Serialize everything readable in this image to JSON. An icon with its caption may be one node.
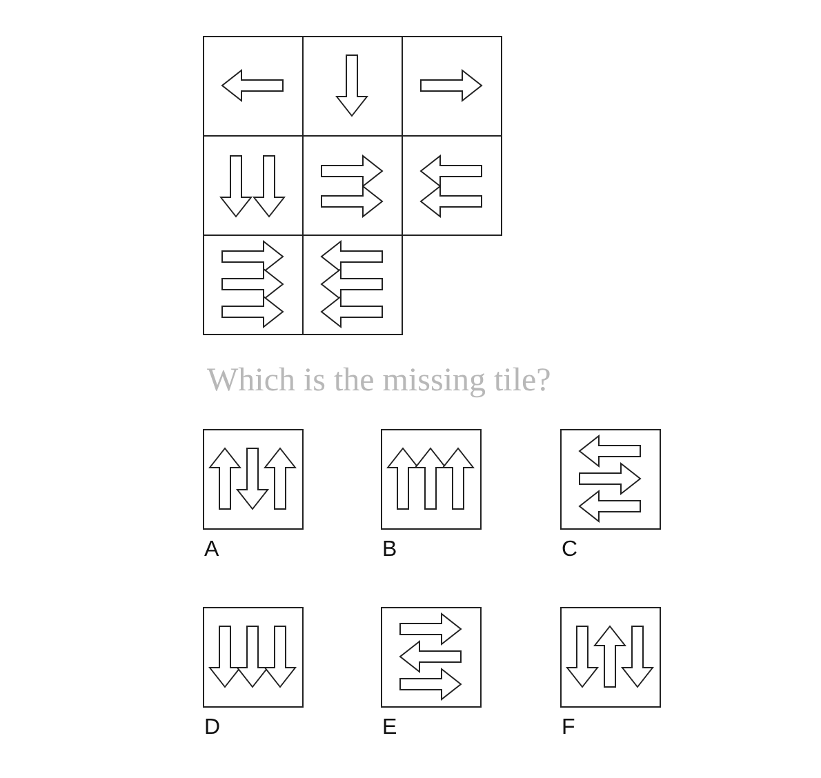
{
  "diagram": {
    "title": "Which is the missing tile?",
    "nodes": [
      {
        "text": [],
        "shape": "box"
      },
      {
        "text": [],
        "shape": "box"
      },
      {
        "text": [],
        "shape": "box"
      },
      {
        "text": [],
        "shape": "box"
      },
      {
        "text": [],
        "shape": "box"
      },
      {
        "text": [],
        "shape": "box"
      },
      {
        "text": [],
        "shape": "box"
      },
      {
        "text": [],
        "shape": "box"
      },
      {
        "text": [],
        "shape": "box",
        "beside": [
          "A"
        ]
      },
      {
        "text": [],
        "shape": "box",
        "beside": [
          "B"
        ]
      },
      {
        "text": [],
        "shape": "box",
        "beside": [
          "C"
        ]
      },
      {
        "text": [],
        "shape": "box",
        "beside": [
          "D"
        ]
      },
      {
        "text": [],
        "shape": "box",
        "beside": [
          "E"
        ]
      },
      {
        "text": [],
        "shape": "box",
        "beside": [
          "F"
        ]
      }
    ]
  }
}
